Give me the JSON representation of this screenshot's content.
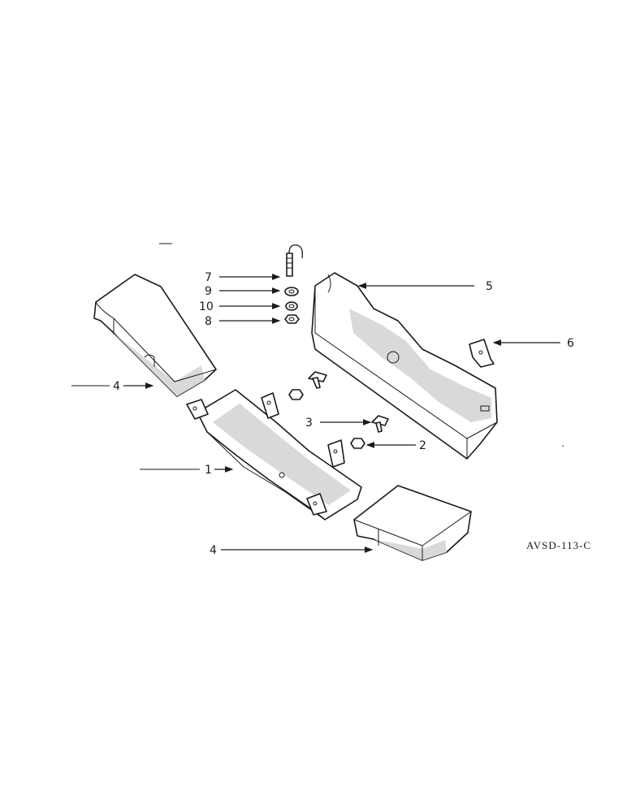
{
  "diagram": {
    "drawing_code": "AVSD-113-C",
    "callouts": {
      "c1": "1",
      "c2": "2",
      "c3": "3",
      "c4_left": "4",
      "c4_bottom": "4",
      "c5": "5",
      "c6": "6",
      "c7": "7",
      "c8": "8",
      "c9": "9",
      "c10": "10"
    }
  }
}
